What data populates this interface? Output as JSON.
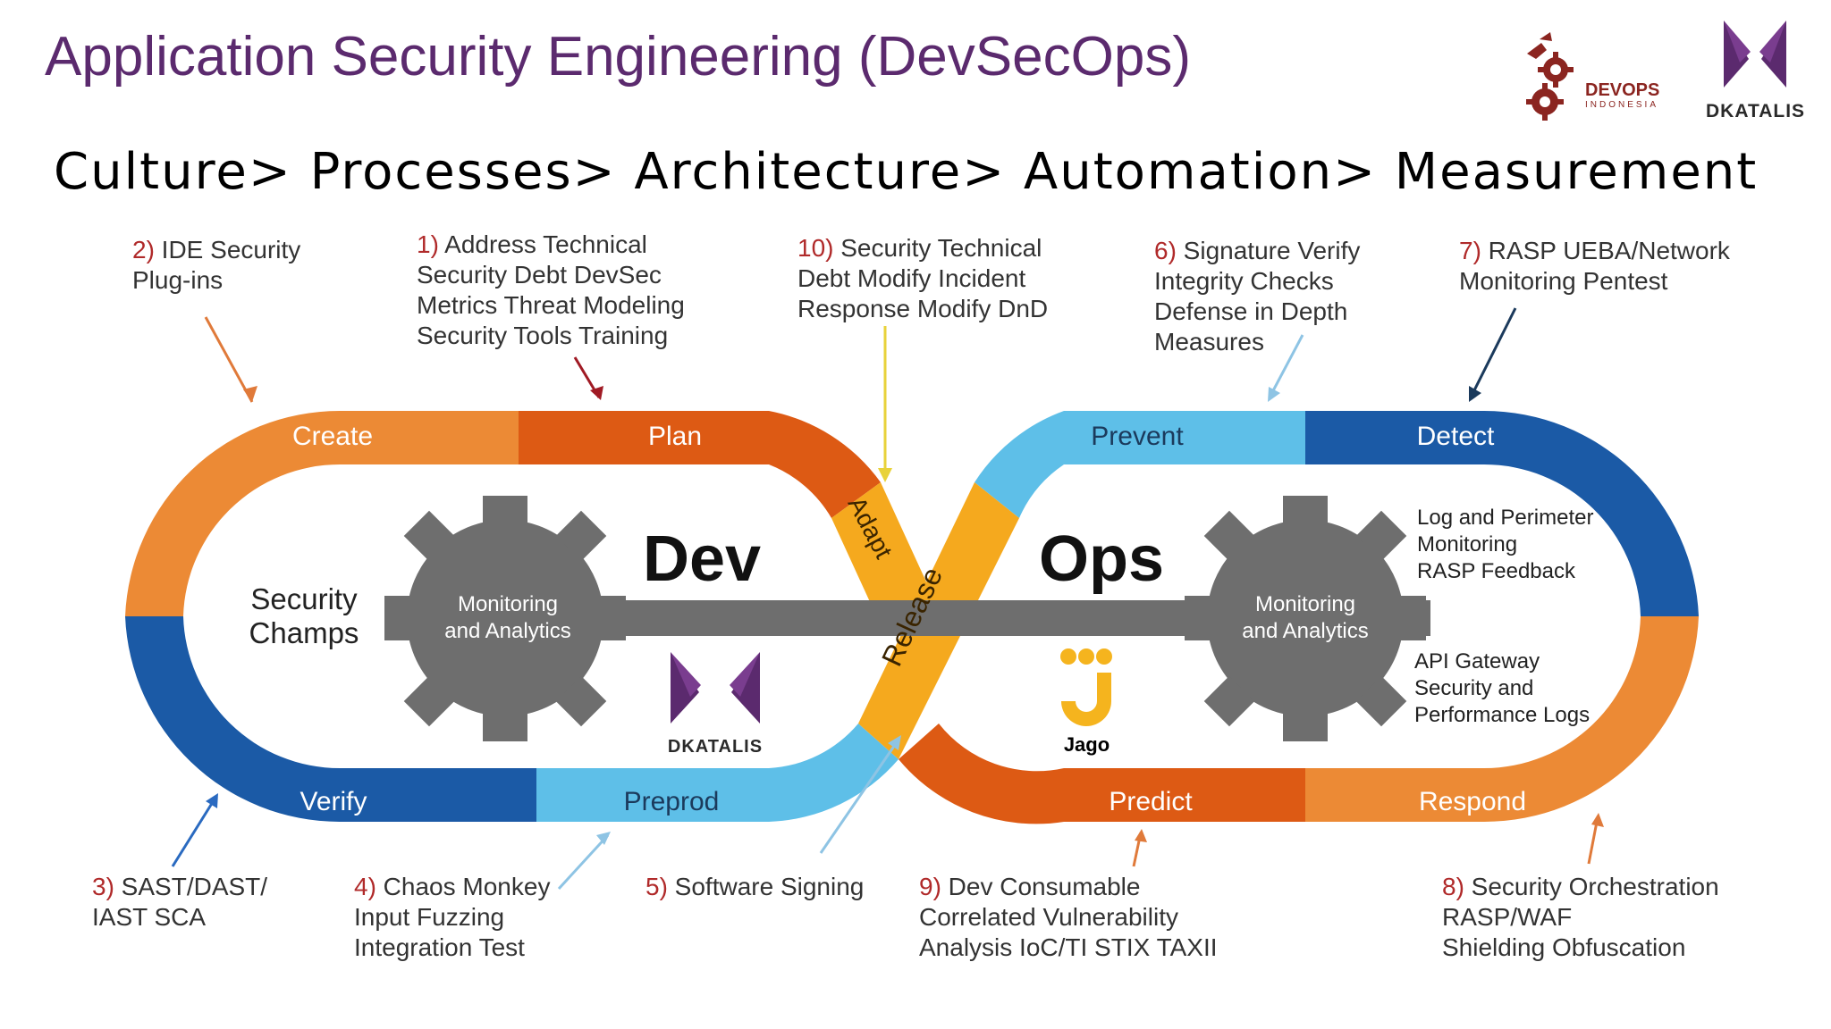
{
  "title": "Application Security Engineering (DevSecOps)",
  "subtitle": "Culture> Processes> Architecture> Automation> Measurement",
  "logos": {
    "devops_main": "DEVOPS",
    "devops_sub": "INDONESIA",
    "dkatalis": "DKATALIS",
    "jago": "Jago"
  },
  "colors": {
    "title": "#5b2a6e",
    "orange": "#ec8a35",
    "dark_orange": "#dd5a14",
    "blue": "#1b5aa6",
    "light_blue": "#5ebfe8",
    "yellow": "#f5a91e",
    "gear": "#6e6e6e",
    "purple": "#5b2a6e"
  },
  "loop_labels": {
    "create": "Create",
    "plan": "Plan",
    "verify": "Verify",
    "preprod": "Preprod",
    "adapt": "Adapt",
    "release": "Release",
    "prevent": "Prevent",
    "detect": "Detect",
    "predict": "Predict",
    "respond": "Respond"
  },
  "centers": {
    "dev": "Dev",
    "ops": "Ops",
    "security_champs": "Security\nChamps",
    "gear_left": "Monitoring\nand Analytics",
    "gear_right": "Monitoring\nand Analytics",
    "log_perimeter": "Log and Perimeter\nMonitoring\nRASP Feedback",
    "api_gateway": "API Gateway\nSecurity and\nPerformance Logs"
  },
  "annotations": [
    {
      "num": "2)",
      "text": " IDE Security\nPlug-ins"
    },
    {
      "num": "1)",
      "text": " Address Technical\nSecurity Debt DevSec\nMetrics Threat Modeling\nSecurity Tools Training"
    },
    {
      "num": "10)",
      "text": " Security Technical\nDebt Modify Incident\nResponse Modify DnD"
    },
    {
      "num": "6)",
      "text": " Signature Verify\nIntegrity Checks\nDefense in Depth\nMeasures"
    },
    {
      "num": "7)",
      "text": " RASP UEBA/Network\nMonitoring Pentest"
    },
    {
      "num": "3)",
      "text": " SAST/DAST/\nIAST SCA"
    },
    {
      "num": "4)",
      "text": " Chaos Monkey\nInput Fuzzing\nIntegration Test"
    },
    {
      "num": "5)",
      "text": " Software Signing"
    },
    {
      "num": "9)",
      "text": " Dev Consumable\nCorrelated Vulnerability\nAnalysis IoC/TI STIX TAXII"
    },
    {
      "num": "8)",
      "text": " Security Orchestration\nRASP/WAF\nShielding Obfuscation"
    }
  ]
}
